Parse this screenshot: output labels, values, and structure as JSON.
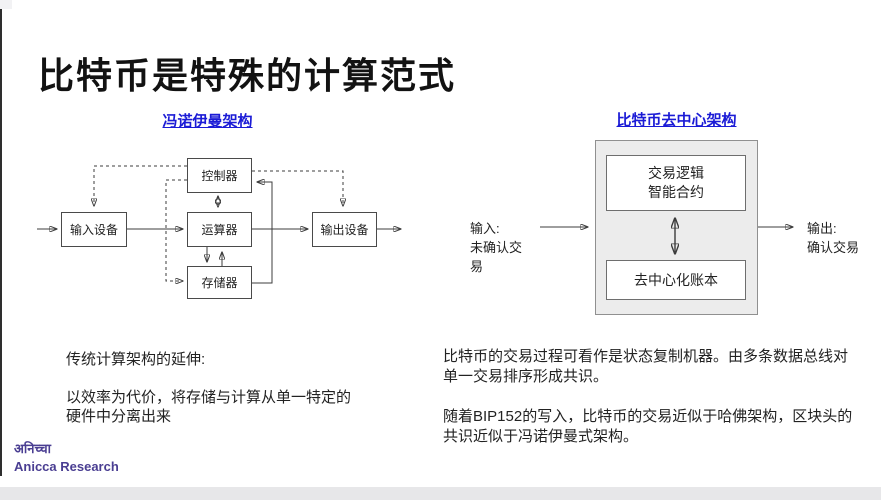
{
  "slide": {
    "title": "比特币是特殊的计算范式"
  },
  "von_neumann": {
    "heading": "冯诺伊曼架构",
    "controller": "控制器",
    "input_device": "输入设备",
    "alu": "运算器",
    "output_device": "输出设备",
    "memory": "存储器",
    "caption": "传统计算架构的延伸:\n\n以效率为代价，将存储与计算从单一特定的\n硬件中分离出来"
  },
  "bitcoin": {
    "heading": "比特币去中心架构",
    "smart_contract": "交易逻辑\n智能合约",
    "ledger": "去中心化账本",
    "input_label": "输入:\n未确认交\n易",
    "output_label": "输出:\n确认交易",
    "caption": "比特币的交易过程可看作是状态复制机器。由多条数据总线对\n单一交易排序形成共识。\n\n随着BIP152的写入，比特币的交易近似于哈佛架构，区块头的\n共识近似于冯诺伊曼式架构。"
  },
  "footer": {
    "logo_devanagari": "अनिच्चा",
    "logo_english": "Anicca Research"
  },
  "colors": {
    "heading_link_blue": "#1b1bd6",
    "logo_purple": "#4a3e92",
    "diagram_stroke": "#3c3c3c",
    "panel_fill": "#ececec",
    "bottom_bar": "#e7e7e9"
  }
}
